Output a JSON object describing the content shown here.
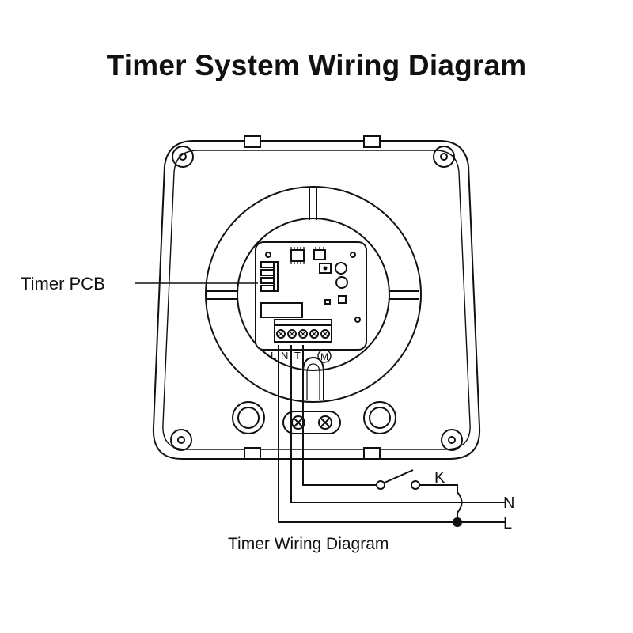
{
  "title": "Timer System Wiring Diagram",
  "labels": {
    "pcb": "Timer PCB",
    "caption": "Timer Wiring Diagram",
    "switch": "K",
    "neutral": "N",
    "line": "L"
  },
  "terminals": [
    "L",
    "N",
    "T",
    "M"
  ]
}
